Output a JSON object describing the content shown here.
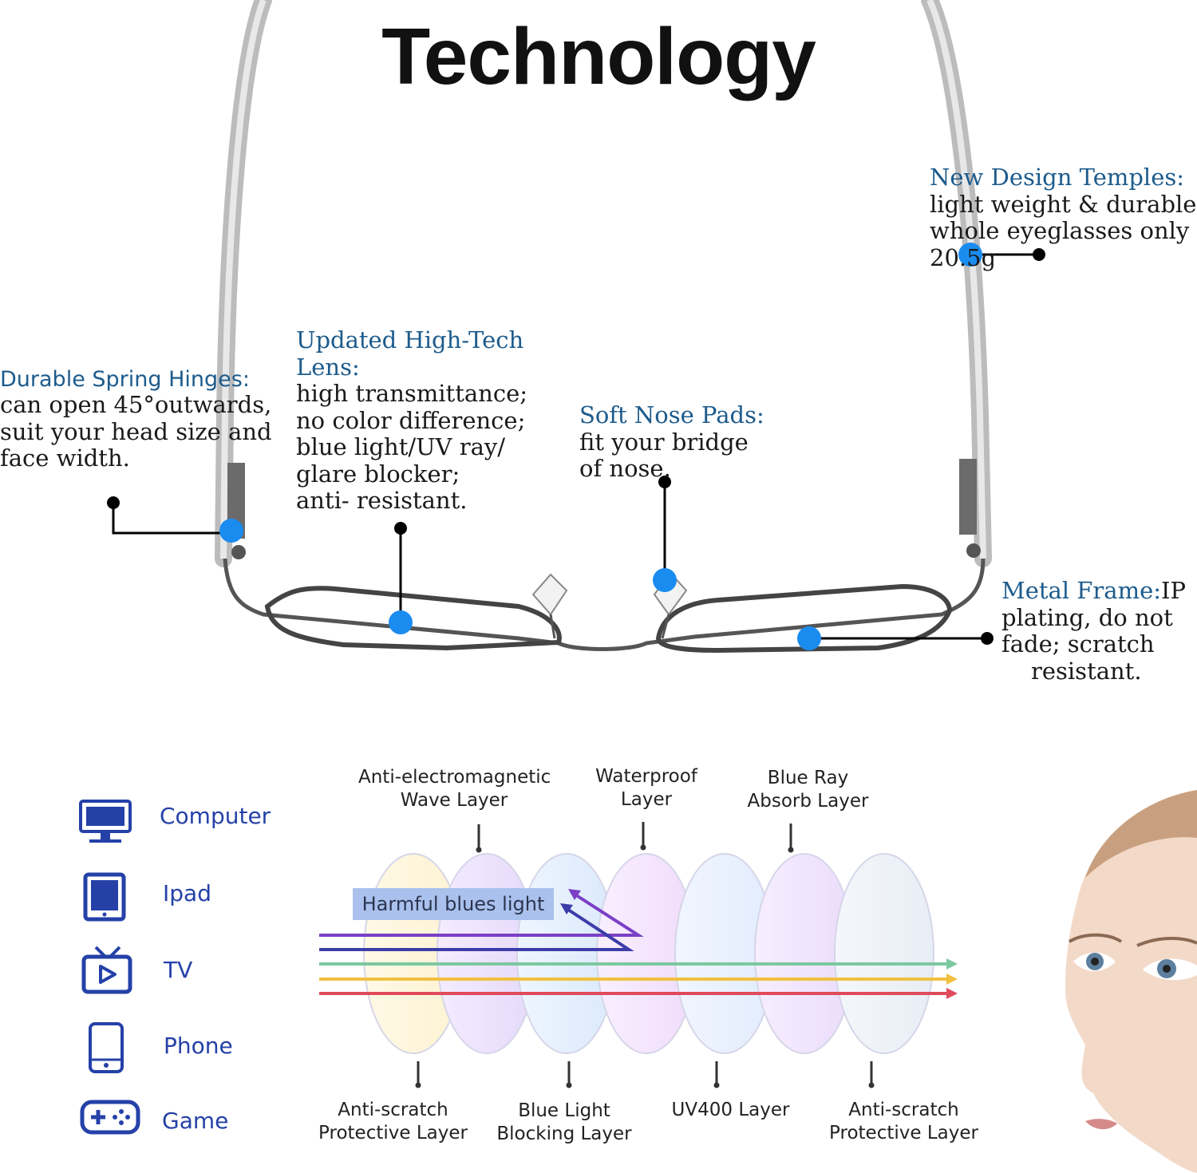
{
  "title": "Technology",
  "features": {
    "templates": {
      "heading": "New Design Temples:",
      "lines": [
        "light weight & durable,",
        "whole eyeglasses only",
        "20.5g"
      ]
    },
    "lens": {
      "heading": [
        "Updated High-Tech",
        "Lens:"
      ],
      "lines": [
        "high transmittance;",
        "no color difference;",
        "blue light/UV ray/",
        "glare blocker;",
        "anti- resistant."
      ]
    },
    "hinges": {
      "heading": "Durable Spring Hinges:",
      "lines": [
        "can open 45°outwards,",
        "suit your head size and",
        "face width."
      ]
    },
    "nose_pads": {
      "heading": "Soft  Nose Pads:",
      "lines": [
        "fit your bridge",
        "of nose."
      ]
    },
    "frame": {
      "heading": "Metal Frame:",
      "heading_tail": "IP",
      "lines": [
        "plating, do not",
        "fade; scratch",
        "resistant."
      ]
    }
  },
  "devices": [
    {
      "label": "Computer",
      "icon": "computer-icon"
    },
    {
      "label": "Ipad",
      "icon": "tablet-icon"
    },
    {
      "label": "TV",
      "icon": "tv-icon"
    },
    {
      "label": "Phone",
      "icon": "phone-icon"
    },
    {
      "label": "Game",
      "icon": "gamepad-icon"
    }
  ],
  "layers_top": [
    {
      "lines": [
        "Anti-electromagnetic",
        "Wave Layer"
      ]
    },
    {
      "lines": [
        "Waterproof",
        "Layer"
      ]
    },
    {
      "lines": [
        "Blue Ray",
        "Absorb Layer"
      ]
    }
  ],
  "layers_bottom": [
    {
      "lines": [
        "Anti-scratch",
        "Protective Layer"
      ]
    },
    {
      "lines": [
        "Blue Light",
        "Blocking Layer"
      ]
    },
    {
      "lines": [
        "UV400 Layer"
      ]
    },
    {
      "lines": [
        "Anti-scratch",
        "Protective Layer"
      ]
    }
  ],
  "harmful_label": "Harmful blues light",
  "colors": {
    "accent_dot": "#1a8cf0",
    "heading_blue": "#1d5b8c",
    "device_blue": "#2541a8"
  }
}
